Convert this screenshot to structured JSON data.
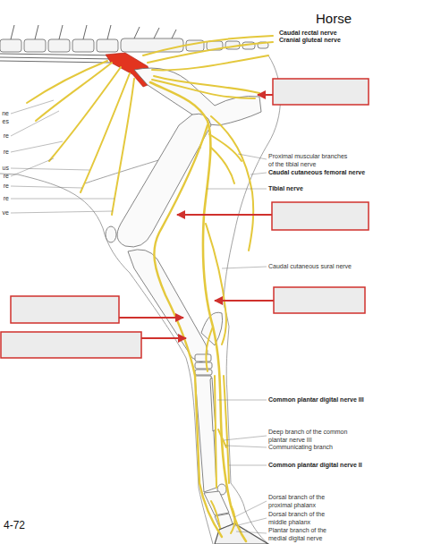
{
  "diagram": {
    "title": "Horse",
    "labels": [
      "Caudal rectal nerve",
      "Cranial gluteal nerve",
      "ne",
      "es",
      "re",
      "re",
      "us",
      "re",
      "re",
      "re",
      "ve",
      "Proximal muscular branches of the tibial nerve",
      "Caudal cutaneous femoral nerve",
      "Tibial nerve",
      "Caudal cutaneous sural nerve",
      "Common plantar digital nerve III",
      "Deep branch of the common plantar nerve III",
      "Communicating branch",
      "Common plantar digital nerve II",
      "Dorsal branch of the proximal phalanx",
      "Dorsal branch of the middle phalanx",
      "Plantar branch of the medial digital nerve",
      "4-72"
    ]
  }
}
